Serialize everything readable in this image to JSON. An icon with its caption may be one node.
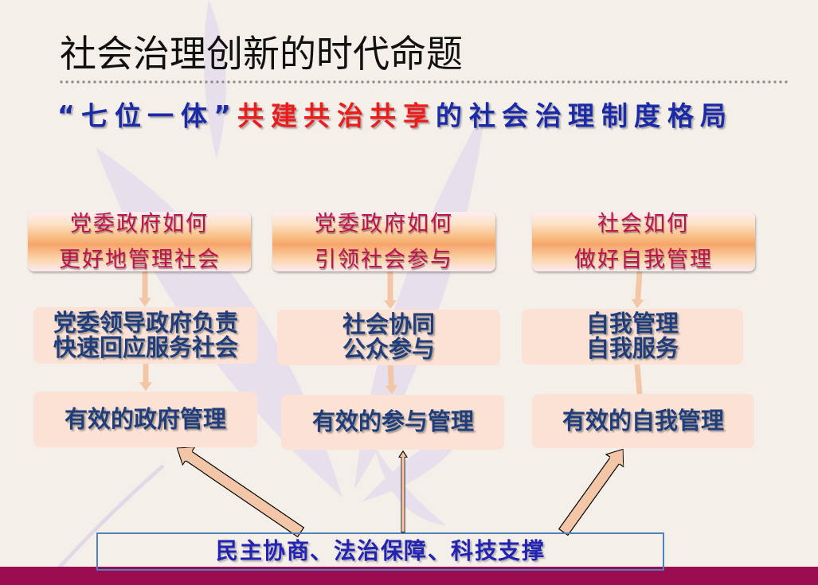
{
  "diagram": {
    "title": "社会治理创新的时代命题",
    "nodes": [
      {
        "text": [
          "党委政府如何",
          "更好地管理社会"
        ]
      },
      {
        "text": [
          "党委政府如何",
          "引领社会参与"
        ]
      },
      {
        "text": [
          "社会如何",
          "做好自我管理"
        ]
      },
      {
        "text": [
          "党委领导政府负责快速回应服务社会"
        ]
      },
      {
        "text": [
          "社会协同公众参与"
        ]
      },
      {
        "text": [
          "自我管理自我服务"
        ]
      },
      {
        "text": [
          "有效的政府管理"
        ]
      },
      {
        "text": [
          "有效的参与管理"
        ]
      },
      {
        "text": [
          "有效的自我管理"
        ]
      },
      {
        "text": [
          "民主协商、法治保障、科技支撑"
        ]
      }
    ],
    "edges": [
      {
        "from": 0,
        "to": 3,
        "arrow": "to"
      },
      {
        "from": 3,
        "to": 6,
        "arrow": "to"
      },
      {
        "from": 1,
        "to": 4,
        "arrow": "to"
      },
      {
        "from": 4,
        "to": 7,
        "arrow": "to"
      },
      {
        "from": 2,
        "to": 5,
        "arrow": "to"
      },
      {
        "from": 5,
        "to": 8,
        "arrow": "none"
      },
      {
        "from": 9,
        "to": 6,
        "arrow": "to",
        "style": "thick",
        "color": "#000000"
      },
      {
        "from": 9,
        "to": 7,
        "arrow": "to",
        "color": "#000000"
      },
      {
        "from": 9,
        "to": 8,
        "arrow": "to",
        "style": "thick",
        "color": "#000000"
      }
    ],
    "labels": [
      "“七位一体”**共建共治共享**的社会治理制度格局"
    ]
  }
}
